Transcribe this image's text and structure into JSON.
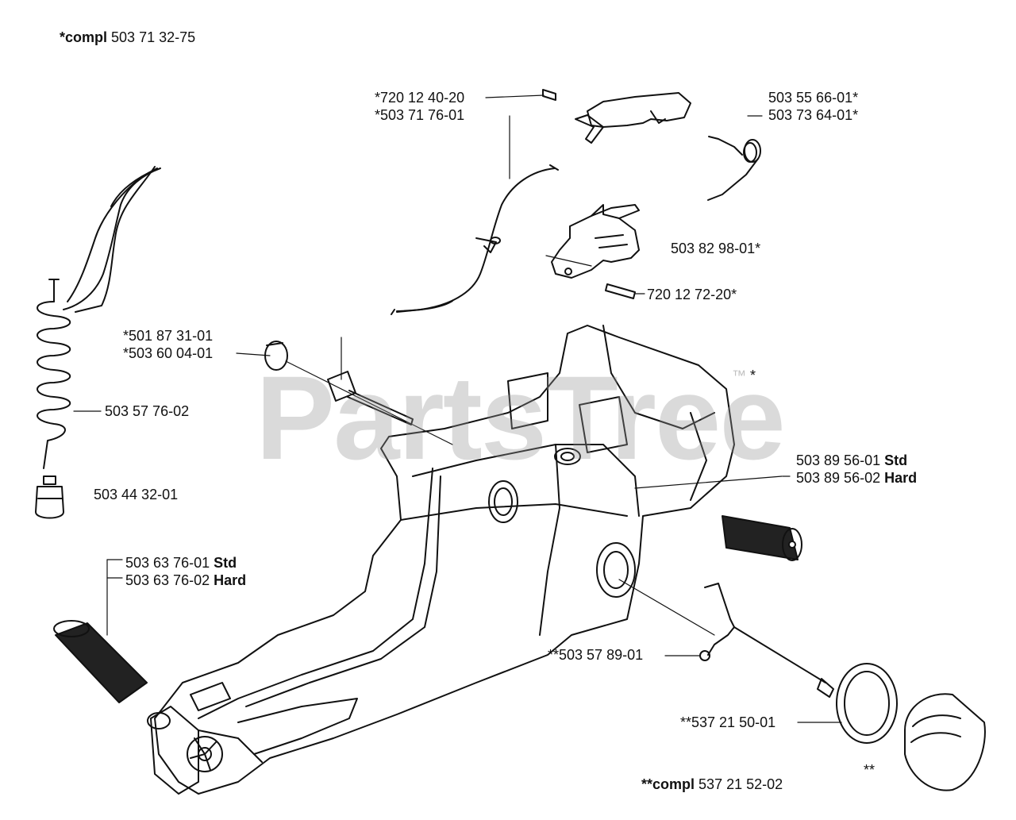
{
  "header": {
    "compl_prefix": "*compl",
    "compl_number": "503 71 32-75"
  },
  "watermark": {
    "text": "PartsTree",
    "tm": "™",
    "note": "*"
  },
  "labels": {
    "l_720124020": "*720 12 40-20",
    "l_503717601": "*503 71 76-01",
    "l_503556601": "503 55 66-01*",
    "l_503736401": "503 73 64-01*",
    "l_503829801": "503 82 98-01*",
    "l_720127220": "720 12 72-20*",
    "l_501873101": "*501 87 31-01",
    "l_503600401": "*503 60 04-01",
    "l_503577602": "503 57 76-02",
    "l_503443201": "503 44 32-01",
    "l_503895601": "503 89 56-01",
    "l_503895602": "503 89 56-02",
    "l_503637601": "503 63 76-01",
    "l_503637602": "503 63 76-02",
    "l_503578901": "**503 57 89-01",
    "l_537215001": "**537 21 50-01",
    "double_star": "**"
  },
  "variants": {
    "std": "Std",
    "hard": "Hard"
  },
  "footer": {
    "compl_prefix": "**compl",
    "compl_number": "537 21 52-02"
  }
}
